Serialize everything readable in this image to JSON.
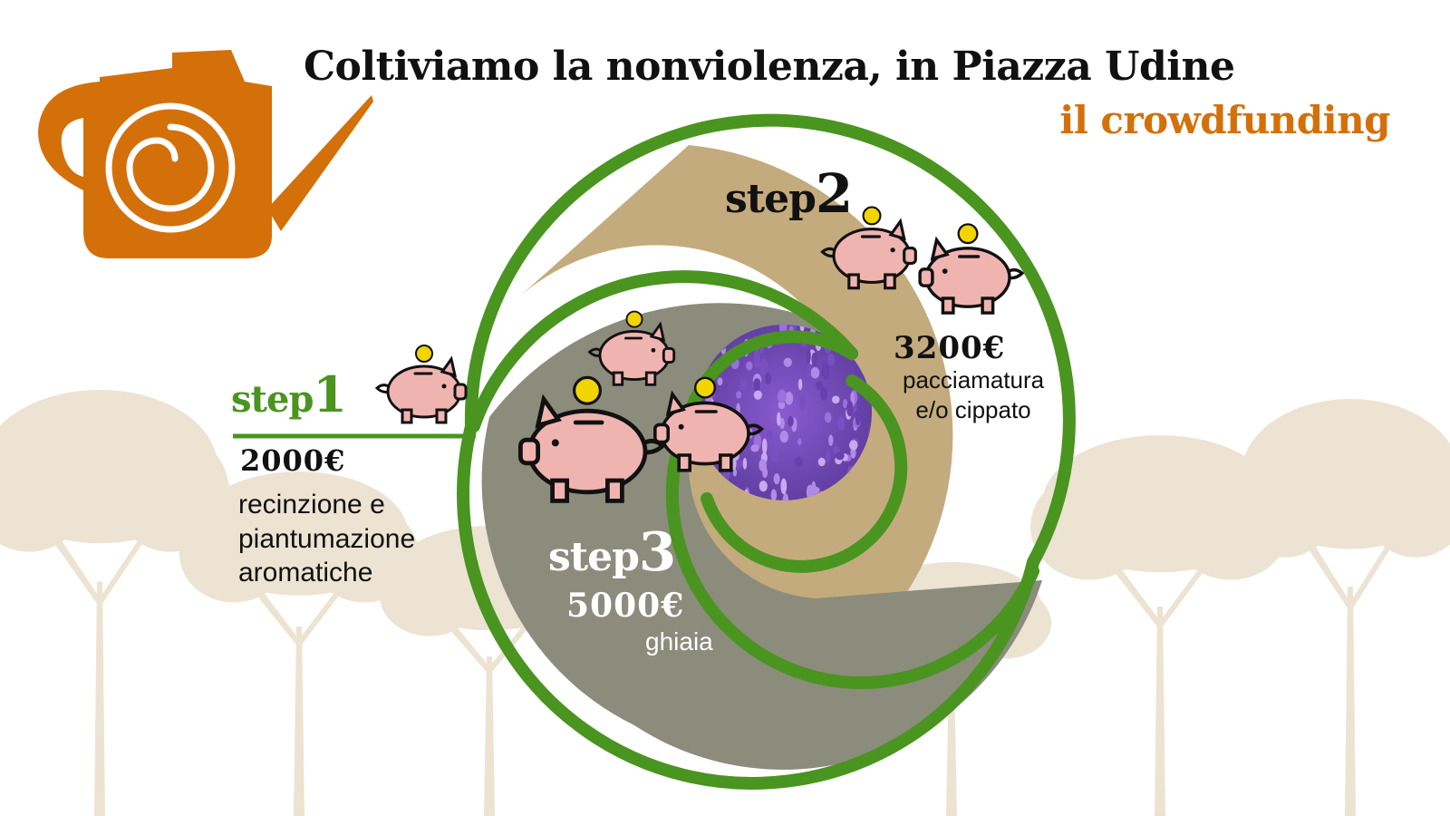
{
  "title": "Coltiviamo la nonviolenza, in Piazza Udine",
  "subtitle": "il crowdfunding",
  "colors": {
    "orange": "#d4700a",
    "green": "#4a9420",
    "tan": "#c4ab7d",
    "grey": "#8b8c7c",
    "tree": "#ece3d3",
    "pig": "#f0b4b0",
    "coin": "#f2d400"
  },
  "icons": [
    "watering-can-icon",
    "spiral-icon",
    "piggy-bank-icon",
    "coin-icon",
    "tree-silhouette",
    "lavender-photo"
  ],
  "steps": [
    {
      "id": "step1",
      "word": "step",
      "number": "1",
      "amount": "2000€",
      "description": [
        "recinzione e",
        "piantumazione",
        "aromatiche"
      ]
    },
    {
      "id": "step2",
      "word": "step",
      "number": "2",
      "amount": "3200€",
      "description": [
        "pacciamatura",
        "e/o cippato"
      ]
    },
    {
      "id": "step3",
      "word": "step",
      "number": "3",
      "amount": "5000€",
      "description": [
        "ghiaia"
      ]
    }
  ]
}
